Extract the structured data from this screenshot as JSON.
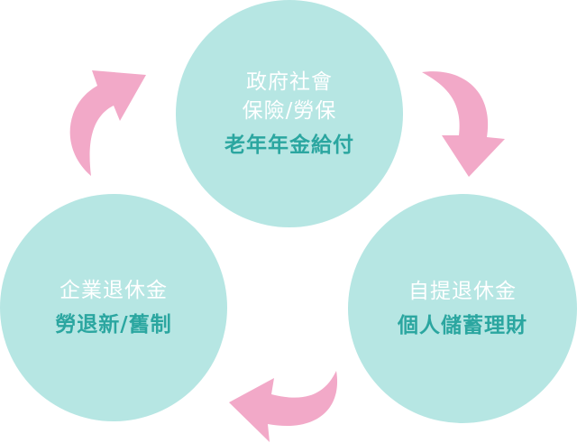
{
  "colors": {
    "circle_fill": "#b6e6e3",
    "accent_text": "#2ba6a0",
    "arrow": "#f2a9c8"
  },
  "nodes": {
    "top": {
      "line1": "政府社會",
      "line2": "保險/勞保",
      "accent": "老年年金給付"
    },
    "left": {
      "line1": "企業退休金",
      "accent": "勞退新/舊制"
    },
    "right": {
      "line1": "自提退休金",
      "accent": "個人儲蓄理財"
    }
  },
  "arrows": [
    {
      "name": "top-to-right",
      "icon": "curved-arrow-down-right"
    },
    {
      "name": "right-to-left",
      "icon": "curved-arrow-left"
    },
    {
      "name": "left-to-top",
      "icon": "curved-arrow-up-right"
    }
  ]
}
